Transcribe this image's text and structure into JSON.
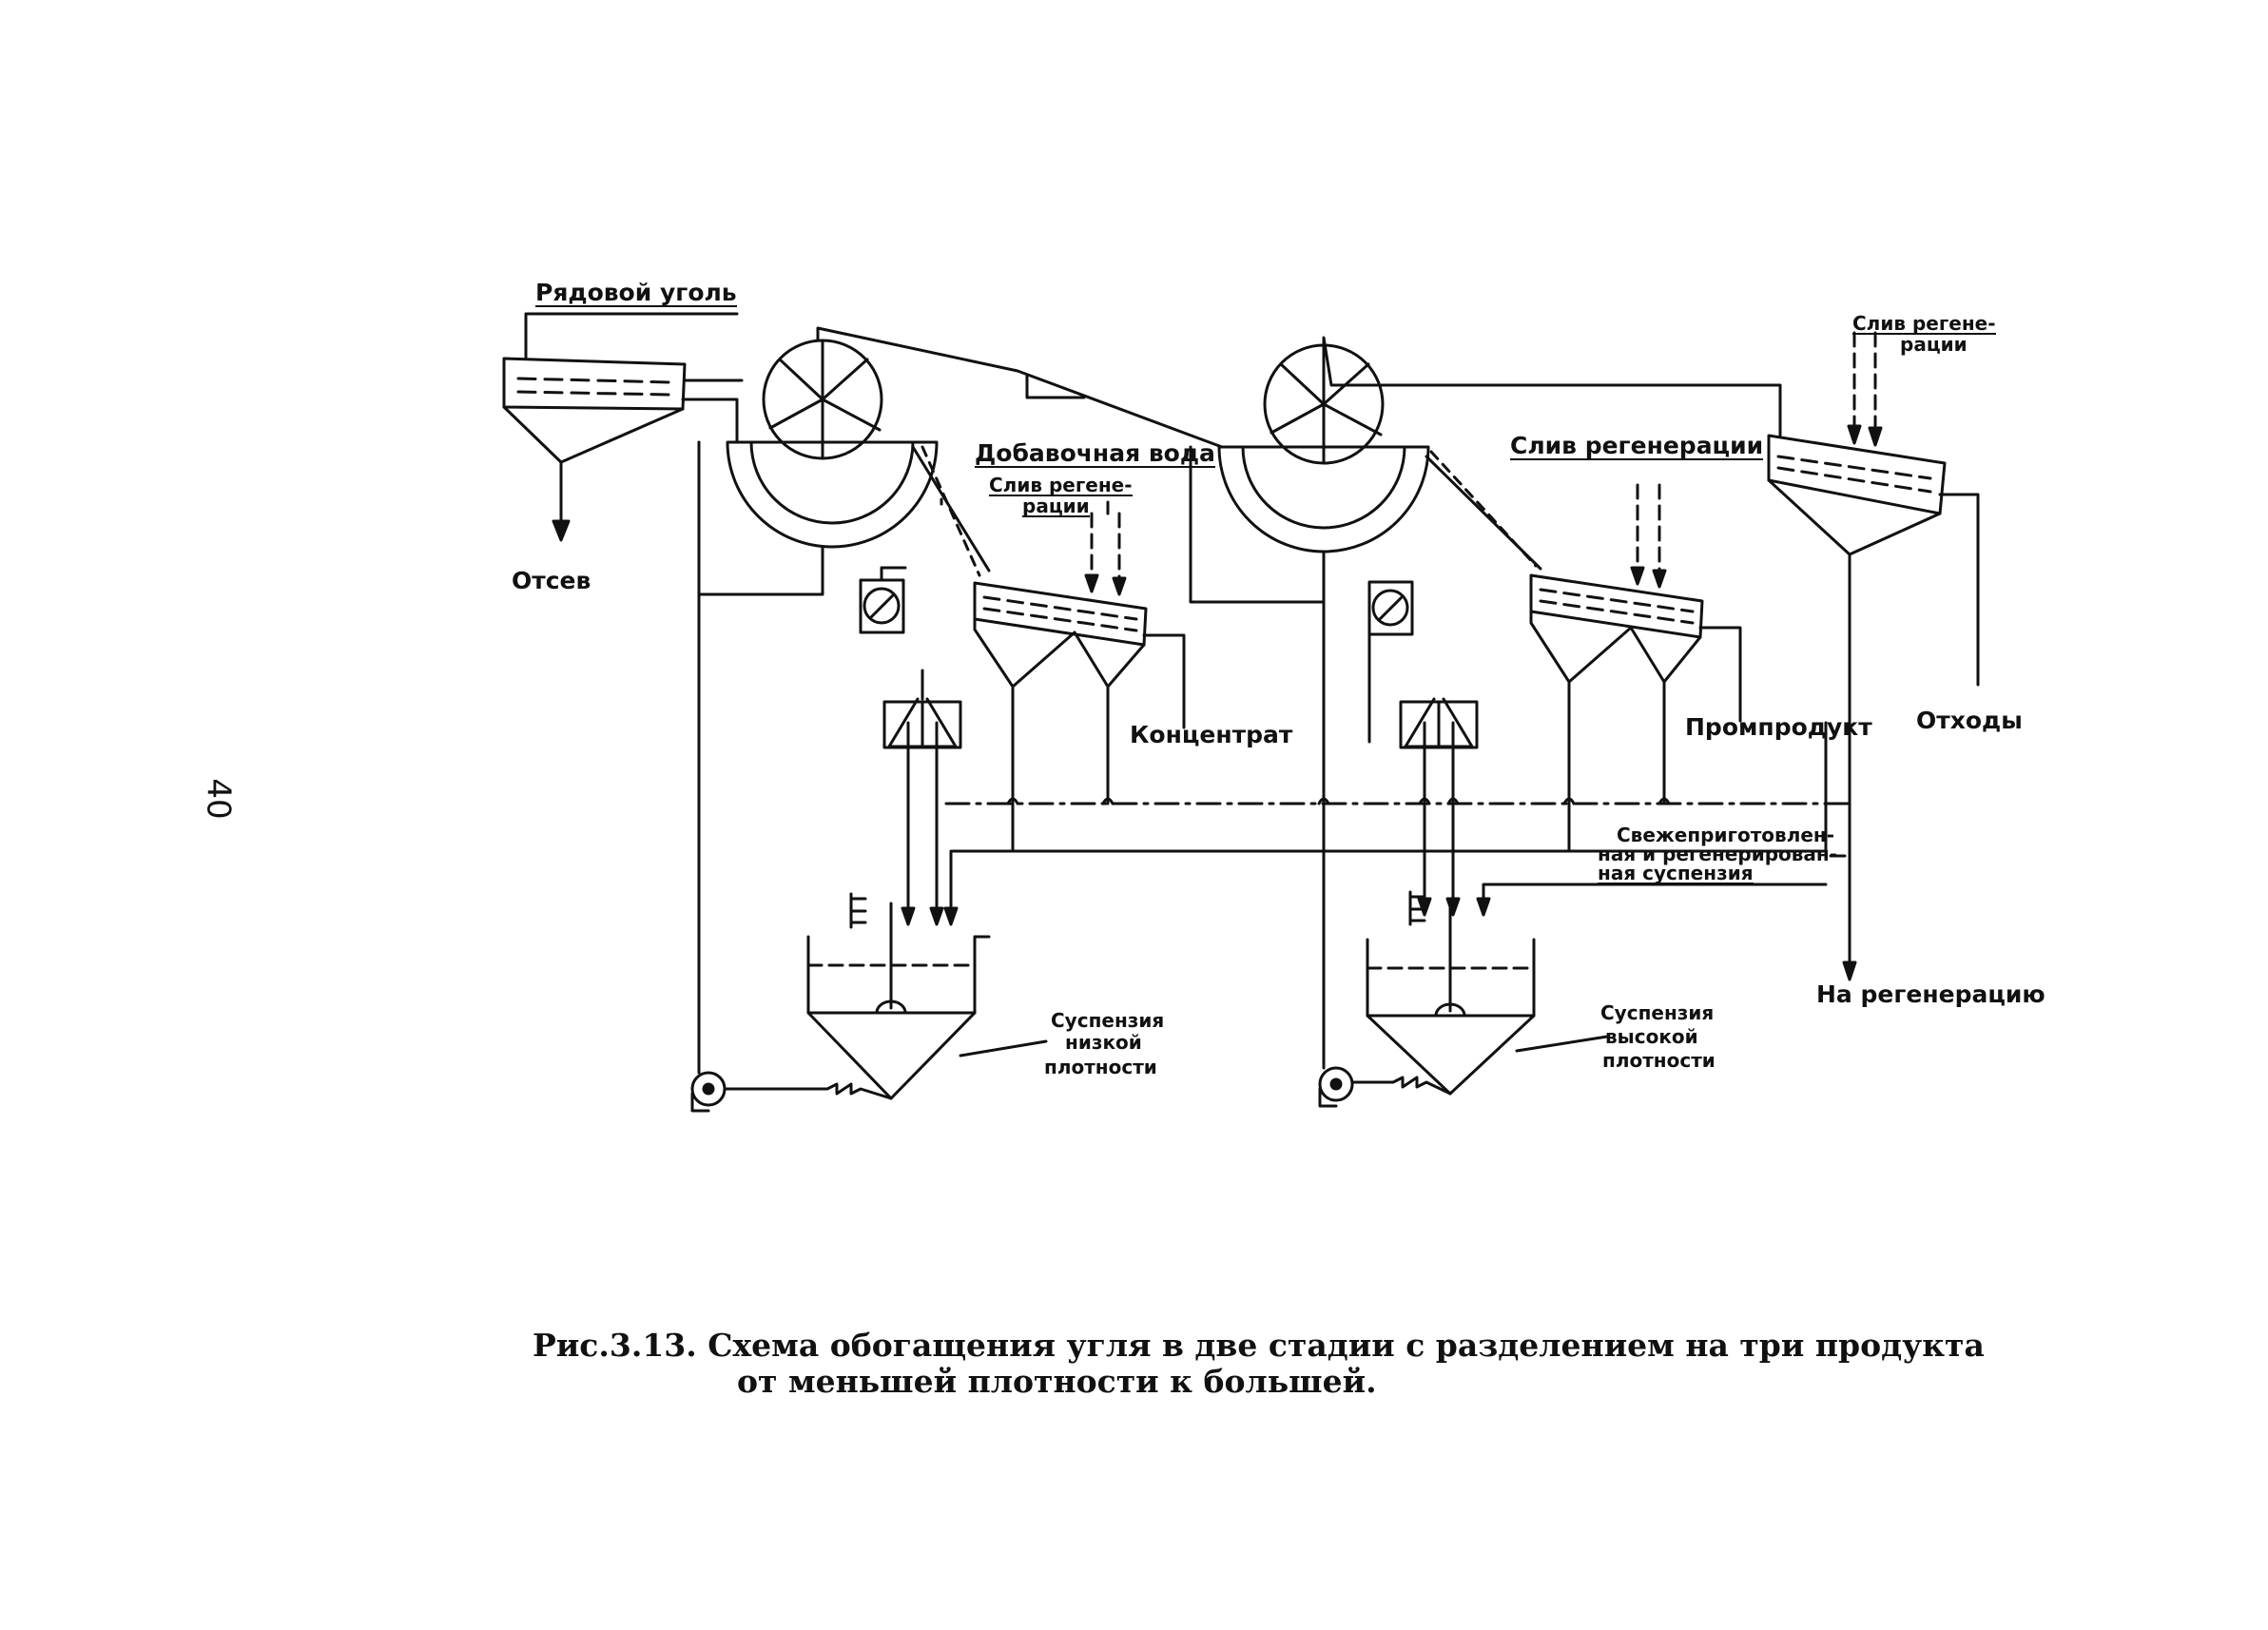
{
  "page_number": "40",
  "labels": {
    "run_of_mine_coal": "Рядовой уголь",
    "screenings": "Отсев",
    "make_up_water": "Добавочная вода",
    "regen_overflow_small_1": "Слив регене-",
    "regen_overflow_small_2": "рации",
    "concentrate": "Концентрат",
    "regen_overflow_mid": "Слив регенерации",
    "middlings": "Промпродукт",
    "regen_overflow_right_1": "Слив регене-",
    "regen_overflow_right_2": "рации",
    "tailings": "Отходы",
    "fresh_suspension_1": "Свежеприготовлен-",
    "fresh_suspension_2": "ная и регенерирован-",
    "fresh_suspension_3": "ная суспензия",
    "to_regeneration": "На регенерацию",
    "low_density_1": "Суспензия",
    "low_density_2": "низкой",
    "low_density_3": "плотности",
    "high_density_1": "Суспензия",
    "high_density_2": "высокой",
    "high_density_3": "плотности"
  },
  "caption": {
    "line1": "Рис.3.13. Схема обогащения угля в две стадии с разделением на три продукта",
    "line2": "от меньшей плотности к большей."
  }
}
